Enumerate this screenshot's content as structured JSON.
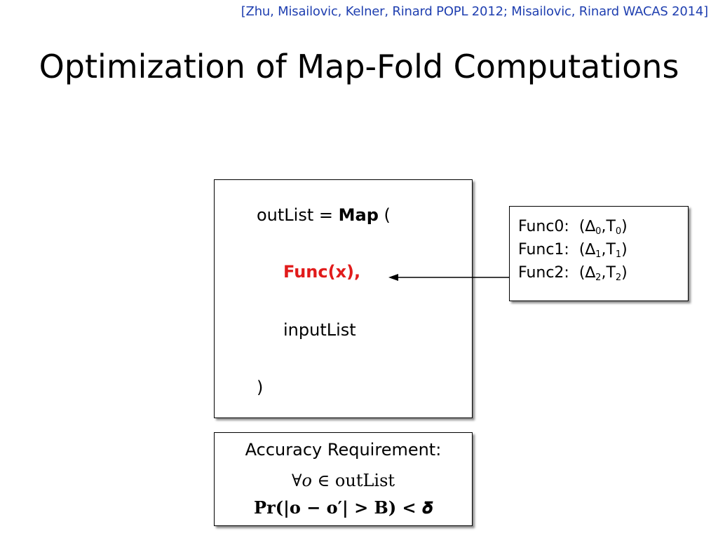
{
  "citation": "[Zhu, Misailovic, Kelner, Rinard POPL 2012; Misailovic, Rinard WACAS 2014]",
  "title": "Optimization of Map-Fold Computations",
  "code": {
    "line1_prefix": "outList = ",
    "line1_keyword": "Map",
    "line1_suffix": " (",
    "line2": "Func(x),",
    "line3": "inputList",
    "line4": ")",
    "highlight_color": "#e11b1b"
  },
  "functions": [
    {
      "name": "Func0:",
      "delta": "∆",
      "delta_sub": "0",
      "t": "T",
      "t_sub": "0"
    },
    {
      "name": "Func1:",
      "delta": "∆",
      "delta_sub": "1",
      "t": "T",
      "t_sub": "1"
    },
    {
      "name": "Func2:",
      "delta": "∆",
      "delta_sub": "2",
      "t": "T",
      "t_sub": "2"
    }
  ],
  "accuracy": {
    "title": "Accuracy Requirement:",
    "line2": "∀𝑜 ∈ outList",
    "line3": "𝐏𝐫(|𝐨 − 𝐨′| > 𝐁) < 𝜹"
  },
  "colors": {
    "citation": "#1f3fb0",
    "accent_red": "#e11b1b"
  }
}
